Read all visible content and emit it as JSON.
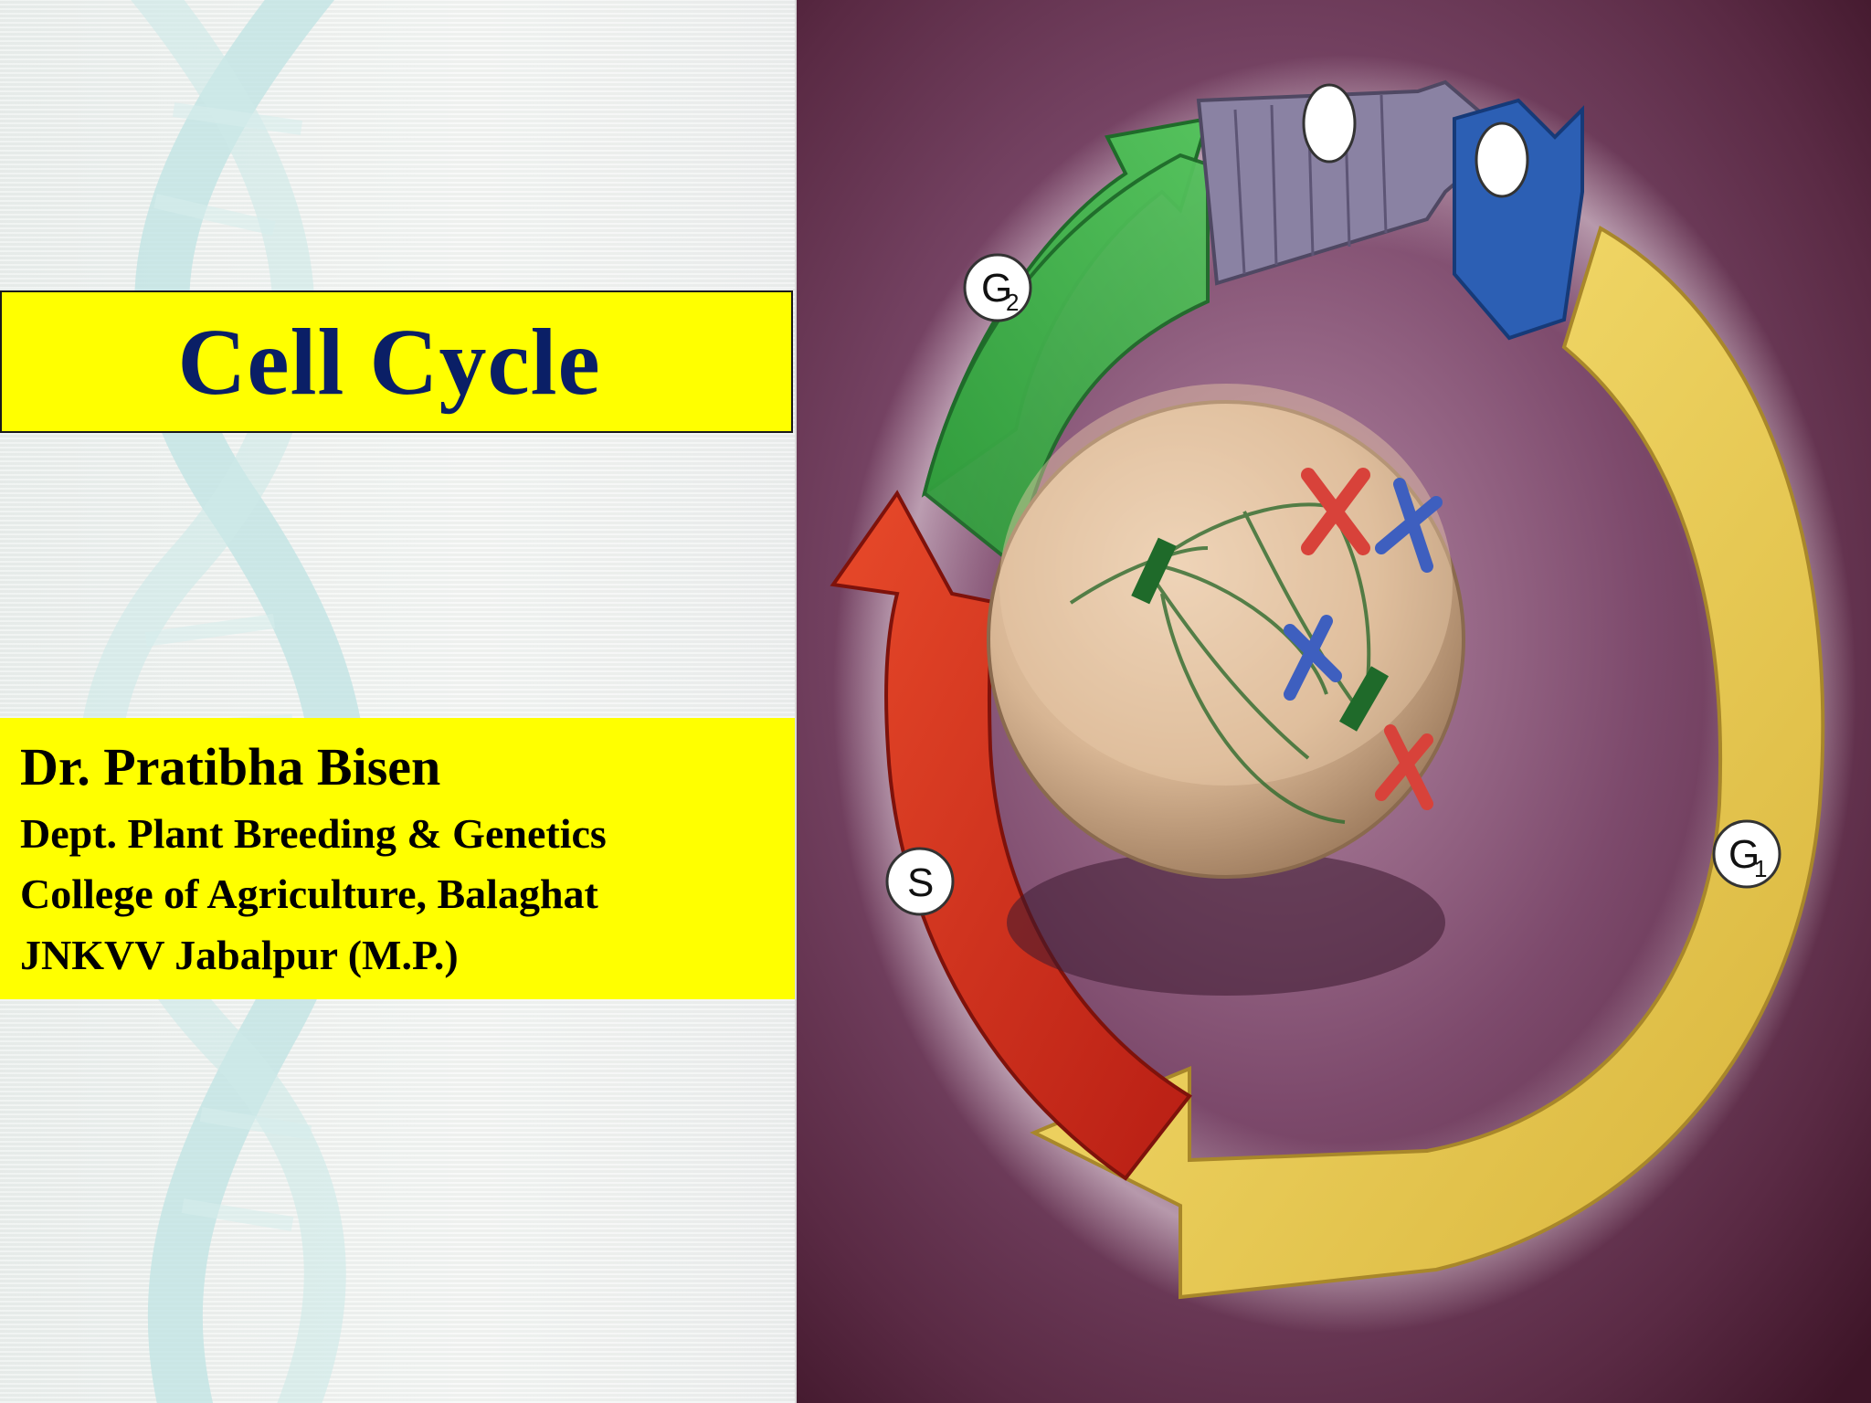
{
  "slide": {
    "title": "Cell Cycle",
    "author": {
      "name": "Dr. Pratibha Bisen",
      "lines": [
        "Dept. Plant Breeding & Genetics",
        "College of Agriculture, Balaghat",
        "JNKVV Jabalpur (M.P.)"
      ]
    }
  },
  "figure": {
    "phases": {
      "g2": {
        "letter": "G",
        "sub": "2"
      },
      "s": {
        "letter": "S"
      },
      "g1": {
        "letter": "G",
        "sub": "1"
      }
    }
  },
  "colors": {
    "band": "#ffff00",
    "title": "#0a1f66",
    "g1_arrow": "#f3d34e",
    "s_arrow": "#d8321c",
    "g2_arrow": "#3fae4a",
    "m_block": "#8a82a3",
    "cytokinesis_block": "#2c5fb4",
    "background": "#6a3b5a"
  }
}
